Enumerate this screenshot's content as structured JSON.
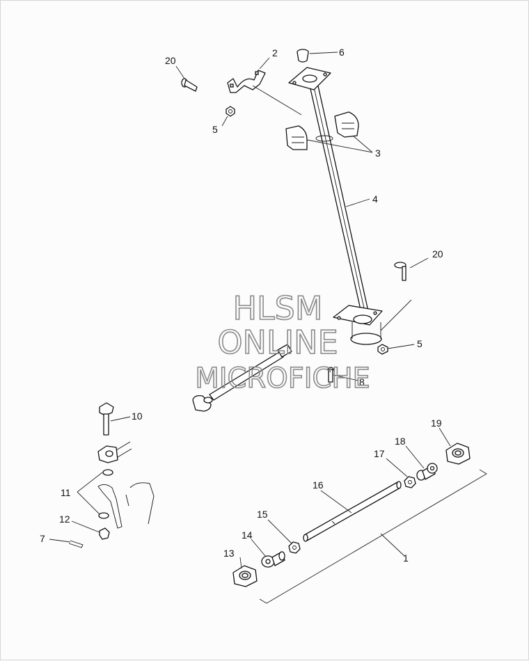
{
  "callouts": [
    "1",
    "2",
    "3",
    "4",
    "5",
    "5",
    "6",
    "7",
    "8",
    "10",
    "11",
    "12",
    "13",
    "14",
    "15",
    "16",
    "17",
    "18",
    "19",
    "20",
    "20"
  ],
  "watermark": {
    "line1": "HLSM",
    "line2": "ONLINE",
    "line3": "MICROFICHE"
  }
}
